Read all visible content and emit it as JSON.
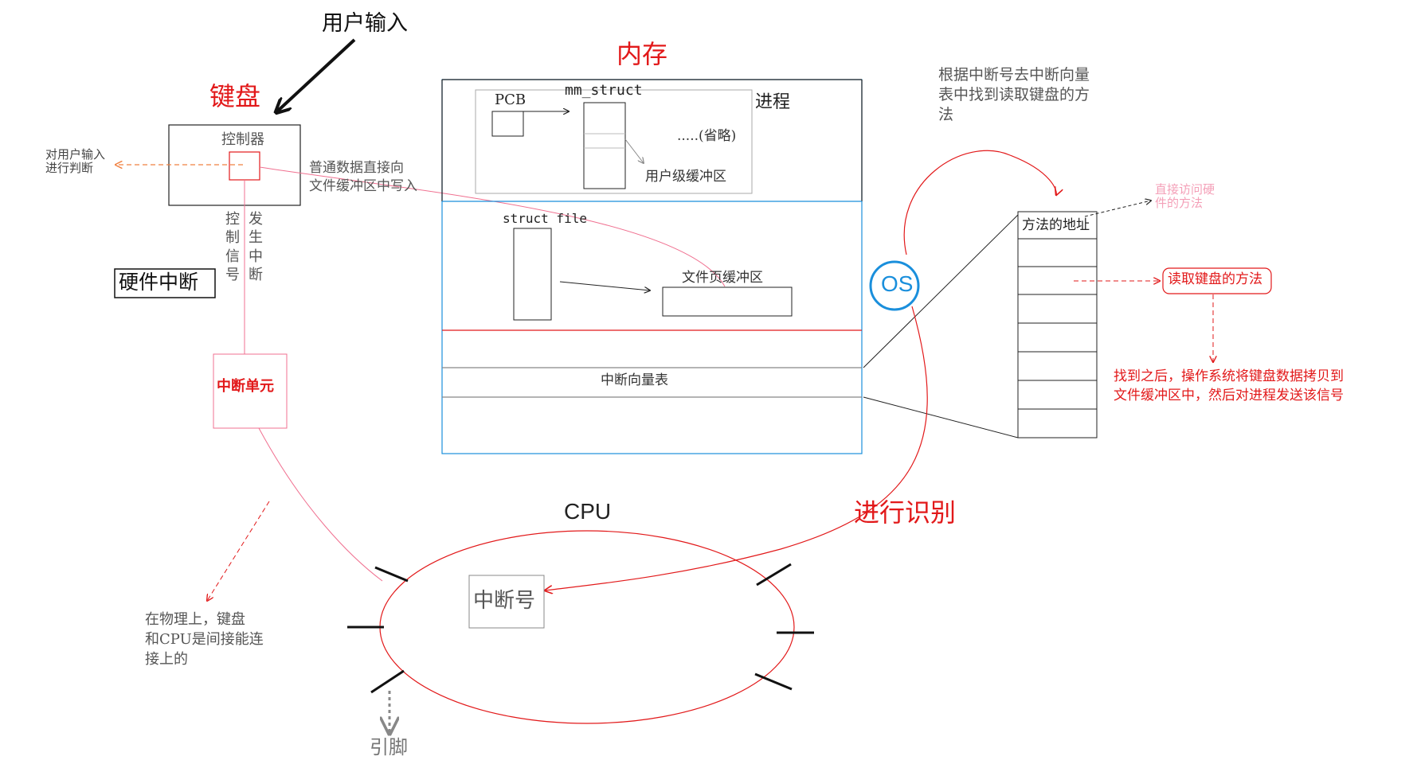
{
  "labels": {
    "user_input": "用户输入",
    "keyboard": "键盘",
    "controller": "控制器",
    "judge_input": "对用户输入\n进行判断",
    "normal_data": "普通数据直接向\n文件缓冲区中写入",
    "control_signal": "控\n制\n信\n号",
    "interrupt_occurs": "发\n生\n中\n断",
    "hardware_interrupt": "硬件中断",
    "interrupt_unit": "中断单元",
    "physical_note": "在物理上，键盘\n和CPU是间接能连\n接上的",
    "memory": "内存",
    "pcb": "PCB",
    "mm_struct": "mm_struct",
    "process": "进程",
    "omitted": ".....(省略)",
    "user_buffer": "用户级缓冲区",
    "struct_file": "struct file",
    "file_page_buffer": "文件页缓冲区",
    "interrupt_vector_table": "中断向量表",
    "cpu": "CPU",
    "interrupt_number": "中断号",
    "pin": "引脚",
    "identify": "进行识别",
    "os": "OS",
    "lookup_note": "根据中断号去中断向量\n表中找到读取键盘的方\n法",
    "method_address": "方法的地址",
    "direct_access": "直接访问硬\n件的方法",
    "read_keyboard": "读取键盘的方法",
    "after_found": "找到之后，操作系统将键盘数据拷贝到\n文件缓冲区中，然后对进程发送该信号"
  },
  "colors": {
    "red": "#e2191a",
    "pink": "#f07090",
    "blue": "#1a8fdc",
    "orange": "#f08040",
    "gray": "#555555"
  }
}
